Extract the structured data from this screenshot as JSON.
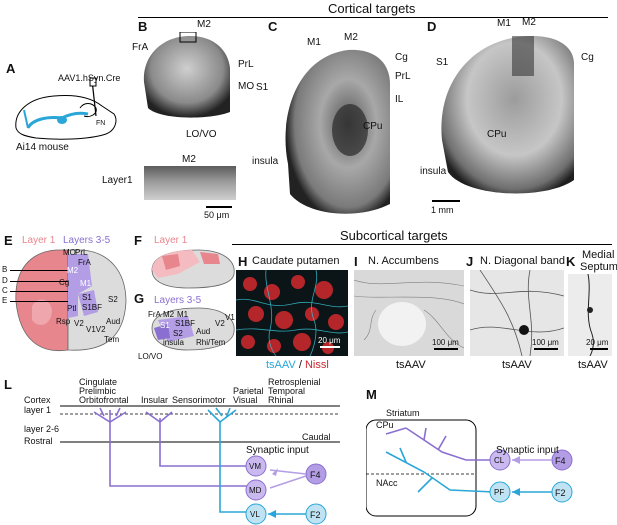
{
  "sections": {
    "cortical": "Cortical targets",
    "subcortical": "Subcortical targets"
  },
  "panels": {
    "a": {
      "letter": "A",
      "virus": "AAV1.hSyn.Cre",
      "fn": "FN",
      "mouse": "Ai14 mouse"
    },
    "b": {
      "letter": "B",
      "m2": "M2",
      "fra": "FrA",
      "prl": "PrL",
      "mo": "MO",
      "lovo": "LO/VO",
      "inset_label": "M2",
      "layer1": "Layer1",
      "scale": "50 μm"
    },
    "c": {
      "letter": "C",
      "m1": "M1",
      "m2": "M2",
      "cg": "Cg",
      "prl": "PrL",
      "il": "IL",
      "s1": "S1",
      "cpu": "CPu",
      "insula": "insula"
    },
    "d": {
      "letter": "D",
      "m1": "M1",
      "m2": "M2",
      "cg": "Cg",
      "s1": "S1",
      "cpu": "CPu",
      "insula": "insula",
      "scale": "1 mm"
    },
    "e": {
      "letter": "E",
      "layer1": "Layer 1",
      "layers35": "Layers 3-5",
      "b": "B",
      "d": "D",
      "c": "C",
      "e": "E",
      "mo": "MO",
      "prl": "PrL",
      "fra": "FrA",
      "m2": "M2",
      "cg": "Cg",
      "m1": "M1",
      "s1": "S1",
      "s1bf": "S1BF",
      "s2": "S2",
      "ptl": "Ptl",
      "rsp": "Rsp",
      "v2a": "V2",
      "v1v2": "V1V2",
      "aud": "Aud",
      "tem": "Tem"
    },
    "f": {
      "letter": "F",
      "layer1": "Layer 1"
    },
    "g": {
      "letter": "G",
      "layers35": "Layers 3-5",
      "fra": "FrA",
      "m2": "M2",
      "m1": "M1",
      "v1": "V1",
      "s1": "S1",
      "s1bf": "S1BF",
      "v2": "V2",
      "s2": "S2",
      "aud": "Aud",
      "insula": "insula",
      "rhitem": "Rhi/Tem",
      "lovo": "LO/VO"
    },
    "h": {
      "letter": "H",
      "title": "Caudate putamen",
      "scale": "20 μm",
      "ts": "tsAAV",
      "sep": " / ",
      "nissl": "Nissl"
    },
    "i": {
      "letter": "I",
      "title": "N. Accumbens",
      "scale": "100 μm",
      "ts": "tsAAV"
    },
    "j": {
      "letter": "J",
      "title": "N. Diagonal band",
      "scale": "100 μm",
      "ts": "tsAAV"
    },
    "k": {
      "letter": "K",
      "title1": "Medial",
      "title2": "Septum",
      "scale": "20 μm",
      "ts": "tsAAV"
    },
    "l": {
      "letter": "L",
      "cortex": "Cortex",
      "layer1": "layer 1",
      "layer26": "layer 2-6",
      "rostral": "Rostral",
      "caudal": "Caudal",
      "regions": [
        "Cingulate",
        "Prelimbic",
        "Orbitofrontal",
        "Insular",
        "Sensorimotor",
        "Parietal",
        "Visual",
        "Retrosplenial",
        "Temporal",
        "Rhinal"
      ],
      "synaptic": "Synaptic input",
      "vm": "VM",
      "md": "MD",
      "vl": "VL",
      "f4": "F4",
      "f2": "F2"
    },
    "m": {
      "letter": "M",
      "striatum": "Striatum",
      "cpu": "CPu",
      "nacc": "NAcc",
      "synaptic": "Synaptic input",
      "cl": "CL",
      "pf": "PF",
      "f4": "F4",
      "f2": "F2"
    }
  },
  "colors": {
    "purple": "#8a6fd0",
    "purple_fill": "#c9b9ee",
    "blue": "#2aa7d8",
    "blue_fill": "#bfe3f3",
    "pink": "#e8868e",
    "pink_light": "#f4bcc0",
    "lavender": "#b39ee6",
    "gray_region": "#dcdcdc",
    "nissl_red": "#c8282e",
    "ts_cyan": "#37c1d3"
  }
}
